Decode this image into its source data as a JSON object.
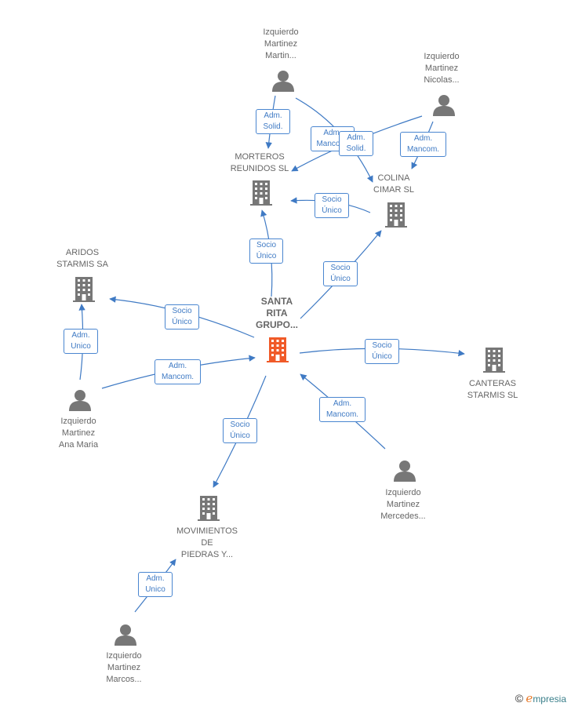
{
  "nodes": {
    "center": {
      "label": "SANTA\nRITA\nGRUPO...",
      "kind": "company-main"
    },
    "morteros": {
      "label": "MORTEROS\nREUNIDOS SL",
      "kind": "company"
    },
    "colina": {
      "label": "COLINA\nCIMAR SL",
      "kind": "company"
    },
    "aridos": {
      "label": "ARIDOS\nSTARMIS SA",
      "kind": "company"
    },
    "canteras": {
      "label": "CANTERAS\nSTARMIS  SL",
      "kind": "company"
    },
    "movimientos": {
      "label": "MOVIMIENTOS\nDE\nPIEDRAS Y...",
      "kind": "company"
    },
    "p_martin": {
      "label": "Izquierdo\nMartinez\nMartin...",
      "kind": "person"
    },
    "p_nicolas": {
      "label": "Izquierdo\nMartinez\nNicolas...",
      "kind": "person"
    },
    "p_ana": {
      "label": "Izquierdo\nMartinez\nAna Maria",
      "kind": "person"
    },
    "p_mercedes": {
      "label": "Izquierdo\nMartinez\nMercedes...",
      "kind": "person"
    },
    "p_marcos": {
      "label": "Izquierdo\nMartinez\nMarcos...",
      "kind": "person"
    }
  },
  "edges": [
    {
      "id": "e1",
      "label": "Adm.\nSolid."
    },
    {
      "id": "e2",
      "label": "Adm.\nMancom."
    },
    {
      "id": "e3",
      "label": "Adm.\nSolid."
    },
    {
      "id": "e4",
      "label": "Adm.\nMancom."
    },
    {
      "id": "e5",
      "label": "Socio\nÚnico"
    },
    {
      "id": "e6",
      "label": "Socio\nÚnico"
    },
    {
      "id": "e7",
      "label": "Socio\nÚnico"
    },
    {
      "id": "e8",
      "label": "Socio\nÚnico"
    },
    {
      "id": "e9",
      "label": "Adm.\nUnico"
    },
    {
      "id": "e10",
      "label": "Adm.\nMancom."
    },
    {
      "id": "e11",
      "label": "Socio\nÚnico"
    },
    {
      "id": "e12",
      "label": "Adm.\nMancom."
    },
    {
      "id": "e13",
      "label": "Socio\nÚnico"
    },
    {
      "id": "e14",
      "label": "Adm.\nUnico"
    }
  ],
  "colors": {
    "edge": "#3f7ac4",
    "node": "#777777",
    "main": "#f05a28"
  },
  "brand": {
    "copyright": "©",
    "name_initial": "e",
    "name_rest": "mpresia"
  }
}
